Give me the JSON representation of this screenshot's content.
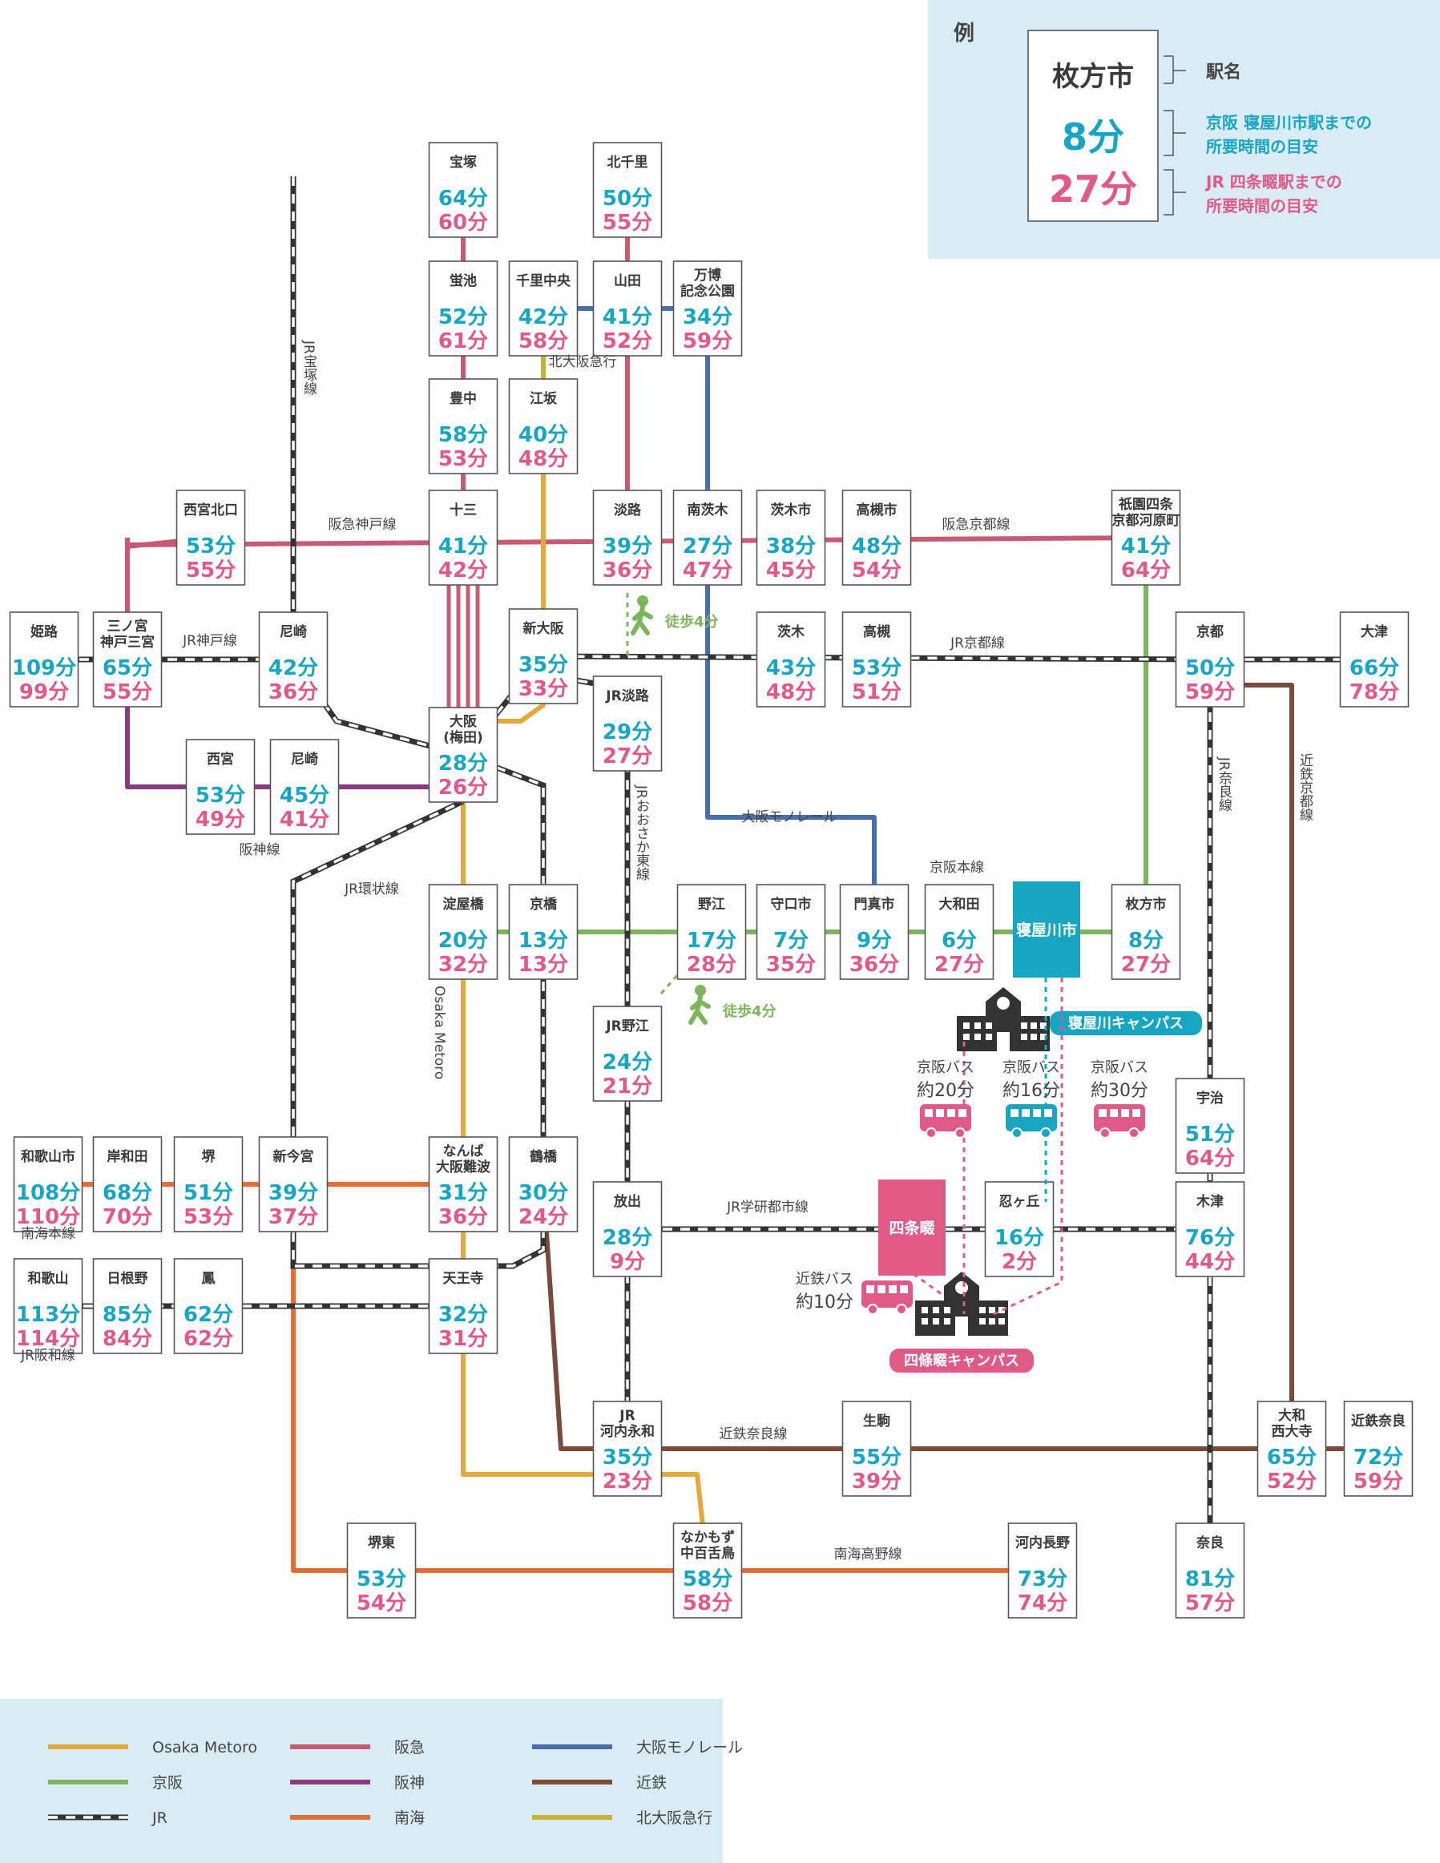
{
  "legend_example": {
    "title": "例",
    "station": "枚方市",
    "keihan_time": "8分",
    "jr_time": "27分",
    "note_name": "駅名",
    "note_k_line1": "京阪 寝屋川市駅までの",
    "note_k_line2": "所要時間の目安",
    "note_j_line1": "JR 四条畷駅までの",
    "note_j_line2": "所要時間の目安"
  },
  "colors": {
    "keihan_time": "#17a5c1",
    "jr_time": "#e05a86",
    "metro": "#e5a83f",
    "keihan": "#7cb55b",
    "hankyu": "#c95a72",
    "hanshin": "#8a3a7f",
    "nankai": "#e36d37",
    "monorail": "#4a6ea9",
    "kintetsu": "#7a4b3a",
    "kitakyu": "#c4b23a",
    "jr": "#333333"
  },
  "stations": [
    {
      "id": "takarazuka",
      "name": [
        "宝塚"
      ],
      "k": "64分",
      "j": "60分"
    },
    {
      "id": "kitasenri",
      "name": [
        "北千里"
      ],
      "k": "50分",
      "j": "55分"
    },
    {
      "id": "hotarugaike",
      "name": [
        "蛍池"
      ],
      "k": "52分",
      "j": "61分"
    },
    {
      "id": "senrichuo",
      "name": [
        "千里中央"
      ],
      "k": "42分",
      "j": "58分"
    },
    {
      "id": "yamada",
      "name": [
        "山田"
      ],
      "k": "41分",
      "j": "52分"
    },
    {
      "id": "banpaku",
      "name": [
        "万博",
        "記念公園"
      ],
      "k": "34分",
      "j": "59分"
    },
    {
      "id": "toyonaka",
      "name": [
        "豊中"
      ],
      "k": "58分",
      "j": "53分"
    },
    {
      "id": "esaka",
      "name": [
        "江坂"
      ],
      "k": "40分",
      "j": "48分"
    },
    {
      "id": "nishinomiyakitaguchi",
      "name": [
        "西宮北口"
      ],
      "k": "53分",
      "j": "55分"
    },
    {
      "id": "juso",
      "name": [
        "十三"
      ],
      "k": "41分",
      "j": "42分"
    },
    {
      "id": "awaji",
      "name": [
        "淡路"
      ],
      "k": "39分",
      "j": "36分"
    },
    {
      "id": "minamiibaraki",
      "name": [
        "南茨木"
      ],
      "k": "27分",
      "j": "47分"
    },
    {
      "id": "ibarakishi",
      "name": [
        "茨木市"
      ],
      "k": "38分",
      "j": "45分"
    },
    {
      "id": "takatsukishi",
      "name": [
        "高槻市"
      ],
      "k": "48分",
      "j": "54分"
    },
    {
      "id": "gion",
      "name": [
        "祇園四条",
        "京都河原町"
      ],
      "k": "41分",
      "j": "64分"
    },
    {
      "id": "himeji",
      "name": [
        "姫路"
      ],
      "k": "109分",
      "j": "99分"
    },
    {
      "id": "sannomiya",
      "name": [
        "三ノ宮",
        "神戸三宮"
      ],
      "k": "65分",
      "j": "55分"
    },
    {
      "id": "amagasaki_jr",
      "name": [
        "尼崎"
      ],
      "k": "42分",
      "j": "36分"
    },
    {
      "id": "shinosaka",
      "name": [
        "新大阪"
      ],
      "k": "35分",
      "j": "33分"
    },
    {
      "id": "ibaraki",
      "name": [
        "茨木"
      ],
      "k": "43分",
      "j": "48分"
    },
    {
      "id": "takatsuki",
      "name": [
        "高槻"
      ],
      "k": "53分",
      "j": "51分"
    },
    {
      "id": "kyoto",
      "name": [
        "京都"
      ],
      "k": "50分",
      "j": "59分"
    },
    {
      "id": "otsu",
      "name": [
        "大津"
      ],
      "k": "66分",
      "j": "78分"
    },
    {
      "id": "osaka",
      "name": [
        "大阪",
        "(梅田)"
      ],
      "k": "28分",
      "j": "26分"
    },
    {
      "id": "jrawaji",
      "name": [
        "JR淡路"
      ],
      "k": "29分",
      "j": "27分"
    },
    {
      "id": "nishinomiya",
      "name": [
        "西宮"
      ],
      "k": "53分",
      "j": "49分"
    },
    {
      "id": "amagasaki_hs",
      "name": [
        "尼崎"
      ],
      "k": "45分",
      "j": "41分"
    },
    {
      "id": "yodoyabashi",
      "name": [
        "淀屋橋"
      ],
      "k": "20分",
      "j": "32分"
    },
    {
      "id": "kyobashi",
      "name": [
        "京橋"
      ],
      "k": "13分",
      "j": "13分"
    },
    {
      "id": "noe",
      "name": [
        "野江"
      ],
      "k": "17分",
      "j": "28分"
    },
    {
      "id": "moriguchishi",
      "name": [
        "守口市"
      ],
      "k": "7分",
      "j": "35分"
    },
    {
      "id": "kadomashi",
      "name": [
        "門真市"
      ],
      "k": "9分",
      "j": "36分"
    },
    {
      "id": "owada",
      "name": [
        "大和田"
      ],
      "k": "6分",
      "j": "27分"
    },
    {
      "id": "hirakatashi",
      "name": [
        "枚方市"
      ],
      "k": "8分",
      "j": "27分"
    },
    {
      "id": "jrnoe",
      "name": [
        "JR野江"
      ],
      "k": "24分",
      "j": "21分"
    },
    {
      "id": "uji",
      "name": [
        "宇治"
      ],
      "k": "51分",
      "j": "64分"
    },
    {
      "id": "wakayamashi",
      "name": [
        "和歌山市"
      ],
      "k": "108分",
      "j": "110分"
    },
    {
      "id": "kishiwada",
      "name": [
        "岸和田"
      ],
      "k": "68分",
      "j": "70分"
    },
    {
      "id": "sakai",
      "name": [
        "堺"
      ],
      "k": "51分",
      "j": "53分"
    },
    {
      "id": "shinimamiya",
      "name": [
        "新今宮"
      ],
      "k": "39分",
      "j": "37分"
    },
    {
      "id": "namba",
      "name": [
        "なんば",
        "大阪難波"
      ],
      "k": "31分",
      "j": "36分"
    },
    {
      "id": "tsuruhashi",
      "name": [
        "鶴橋"
      ],
      "k": "30分",
      "j": "24分"
    },
    {
      "id": "hanaten",
      "name": [
        "放出"
      ],
      "k": "28分",
      "j": "9分"
    },
    {
      "id": "shinobugaoka",
      "name": [
        "忍ヶ丘"
      ],
      "k": "16分",
      "j": "2分"
    },
    {
      "id": "kizu",
      "name": [
        "木津"
      ],
      "k": "76分",
      "j": "44分"
    },
    {
      "id": "wakayama",
      "name": [
        "和歌山"
      ],
      "k": "113分",
      "j": "114分"
    },
    {
      "id": "hineno",
      "name": [
        "日根野"
      ],
      "k": "85分",
      "j": "84分"
    },
    {
      "id": "otori",
      "name": [
        "鳳"
      ],
      "k": "62分",
      "j": "62分"
    },
    {
      "id": "tennoji",
      "name": [
        "天王寺"
      ],
      "k": "32分",
      "j": "31分"
    },
    {
      "id": "kawachieiwa",
      "name": [
        "JR",
        "河内永和"
      ],
      "k": "35分",
      "j": "23分"
    },
    {
      "id": "ikoma",
      "name": [
        "生駒"
      ],
      "k": "55分",
      "j": "39分"
    },
    {
      "id": "yamatosaidaiji",
      "name": [
        "大和",
        "西大寺"
      ],
      "k": "65分",
      "j": "52分"
    },
    {
      "id": "kintetsunara",
      "name": [
        "近鉄奈良"
      ],
      "k": "72分",
      "j": "59分"
    },
    {
      "id": "sakaihigashi",
      "name": [
        "堺東"
      ],
      "k": "53分",
      "j": "54分"
    },
    {
      "id": "nakamozu",
      "name": [
        "なかもず",
        "中百舌鳥"
      ],
      "k": "58分",
      "j": "58分"
    },
    {
      "id": "kawachinagano",
      "name": [
        "河内長野"
      ],
      "k": "73分",
      "j": "74分"
    },
    {
      "id": "nara",
      "name": [
        "奈良"
      ],
      "k": "81分",
      "j": "57分"
    }
  ],
  "special_stations": {
    "neyagawashi": "寝屋川市",
    "shijonawate": "四条畷"
  },
  "campuses": {
    "neyagawa": "寝屋川キャンパス",
    "shijonawate": "四條畷キャンパス"
  },
  "buses": [
    {
      "line": "京阪バス",
      "time": "約20分"
    },
    {
      "line": "京阪バス",
      "time": "約16分"
    },
    {
      "line": "京阪バス",
      "time": "約30分"
    },
    {
      "line": "近鉄バス",
      "time": "約10分"
    }
  ],
  "walks": [
    "徒歩4分",
    "徒歩4分"
  ],
  "line_labels": {
    "hankyu_kobe": "阪急神戸線",
    "hankyu_kyoto": "阪急京都線",
    "jr_kobe": "JR神戸線",
    "jr_kyoto": "JR京都線",
    "hanshin": "阪神線",
    "jr_loop": "JR環状線",
    "monorail": "大阪モノレール",
    "keihan_main": "京阪本線",
    "jr_gakkentoshi": "JR学研都市線",
    "kintetsu_nara": "近鉄奈良線",
    "nankai_koya": "南海高野線",
    "nankai_main": "南海本線",
    "jr_hanwa": "JR阪和線",
    "kitakyu": "北大阪急行",
    "jr_takarazuka": "JR宝塚線",
    "jr_osakahigashi": "JRおおさか東線",
    "jr_nara": "JR奈良線",
    "kintetsu_kyoto": "近鉄京都線",
    "osaka_metro_v": "Osaka Metoro"
  },
  "legend": [
    {
      "key": "metro",
      "label": "Osaka Metoro"
    },
    {
      "key": "hankyu",
      "label": "阪急"
    },
    {
      "key": "monorail",
      "label": "大阪モノレール"
    },
    {
      "key": "keihan",
      "label": "京阪"
    },
    {
      "key": "hanshin",
      "label": "阪神"
    },
    {
      "key": "kintetsu",
      "label": "近鉄"
    },
    {
      "key": "jr",
      "label": "JR"
    },
    {
      "key": "nankai",
      "label": "南海"
    },
    {
      "key": "kitakyu",
      "label": "北大阪急行"
    }
  ]
}
